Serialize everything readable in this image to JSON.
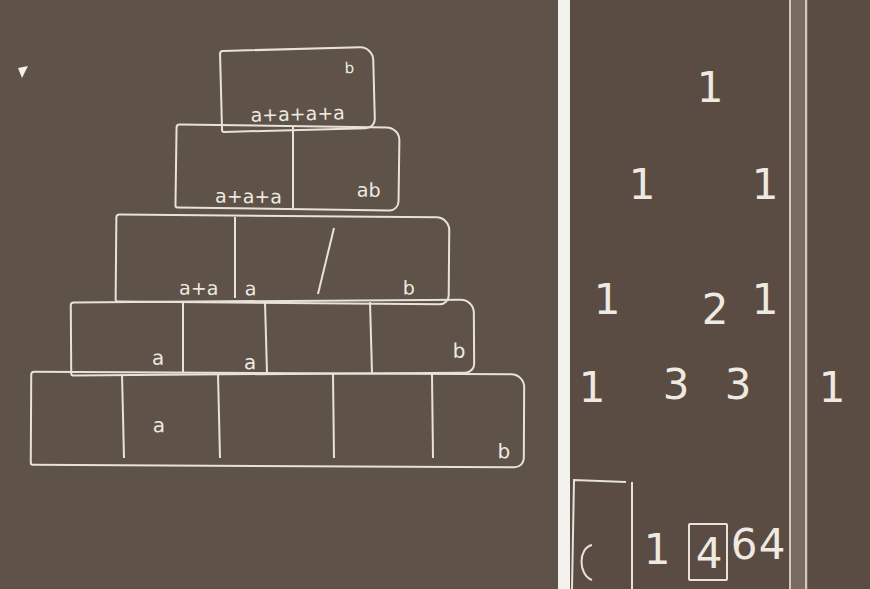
{
  "diagram": {
    "nodes": [
      {
        "text": [
          "b",
          "a+a+a+a"
        ]
      },
      {
        "text": [
          "a+a+a",
          "ab"
        ]
      },
      {
        "text": [
          "a+a",
          "a",
          "b"
        ]
      },
      {
        "text": [
          "a",
          "a",
          "b"
        ]
      },
      {
        "text": [
          "a",
          "b"
        ]
      },
      {
        "text": [
          "4"
        ]
      }
    ],
    "labels": [
      "1",
      "1",
      "1",
      "1",
      "2",
      "1",
      "1",
      "3",
      "3",
      "1",
      "1",
      "6",
      "4"
    ]
  }
}
